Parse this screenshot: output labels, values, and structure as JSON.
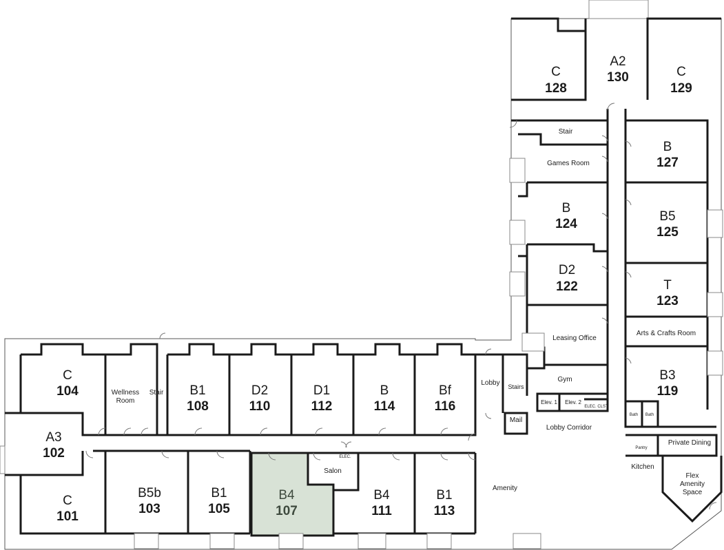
{
  "colors": {
    "wall": "#1a1a1a",
    "highlight_fill": "#d8e2d6",
    "highlight_text": "#3e4a3e",
    "background": "#ffffff"
  },
  "units": [
    {
      "code": "C",
      "number": "104"
    },
    {
      "code": "A3",
      "number": "102"
    },
    {
      "code": "C",
      "number": "101"
    },
    {
      "code": "B1",
      "number": "108"
    },
    {
      "code": "D2",
      "number": "110"
    },
    {
      "code": "D1",
      "number": "112"
    },
    {
      "code": "B",
      "number": "114"
    },
    {
      "code": "Bf",
      "number": "116"
    },
    {
      "code": "B5b",
      "number": "103"
    },
    {
      "code": "B1",
      "number": "105"
    },
    {
      "code": "B4",
      "number": "107",
      "highlighted": true
    },
    {
      "code": "B4",
      "number": "111"
    },
    {
      "code": "B1",
      "number": "113"
    },
    {
      "code": "C",
      "number": "128"
    },
    {
      "code": "A2",
      "number": "130"
    },
    {
      "code": "C",
      "number": "129"
    },
    {
      "code": "B",
      "number": "127"
    },
    {
      "code": "B",
      "number": "124"
    },
    {
      "code": "B5",
      "number": "125"
    },
    {
      "code": "D2",
      "number": "122"
    },
    {
      "code": "T",
      "number": "123"
    },
    {
      "code": "B3",
      "number": "119"
    }
  ],
  "amenities": {
    "wellness_room": [
      "Wellness",
      "Room"
    ],
    "stair_west": "Stair",
    "stair_north": "Stair",
    "games_room": "Games Room",
    "leasing_office": "Leasing Office",
    "arts_crafts": "Arts & Crafts Room",
    "gym": "Gym",
    "lobby": "Lobby",
    "stairs": "Stairs",
    "elev1": "Elev. 1",
    "elev2": "Elev. 2",
    "elec_closet": "ELEC. CLST.",
    "mail": "Mail",
    "lobby_corridor": "Lobby Corridor",
    "bath1": "Bath",
    "bath2": "Bath",
    "pantry": "Pantry",
    "private_dining": "Private Dining",
    "kitchen": "Kitchen",
    "flex_amenity": [
      "Flex",
      "Amenity",
      "Space"
    ],
    "amenity": "Amenity",
    "salon": "Salon",
    "elec_small": "ELEC."
  }
}
